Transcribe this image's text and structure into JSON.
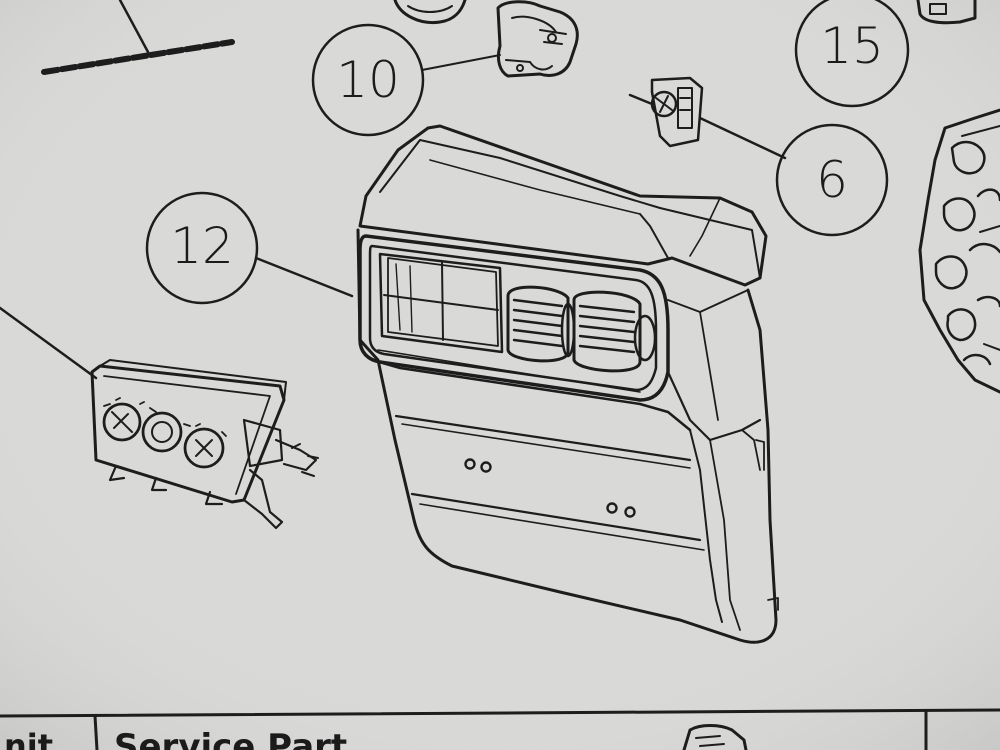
{
  "diagram": {
    "callouts": [
      {
        "id": "c10",
        "label": "10"
      },
      {
        "id": "c15",
        "label": "15"
      },
      {
        "id": "c12",
        "label": "12"
      },
      {
        "id": "c6",
        "label": "6"
      }
    ],
    "parts": [
      {
        "id": "part-10",
        "icon": "motor-actuator-icon"
      },
      {
        "id": "part-6",
        "icon": "switch-connector-icon"
      },
      {
        "id": "part-12",
        "icon": "rear-console-vent-panel-icon"
      },
      {
        "id": "part-climate-control",
        "icon": "climate-control-knob-unit-icon"
      },
      {
        "id": "part-15",
        "icon": "part-fragment-icon"
      },
      {
        "id": "part-grille",
        "icon": "ornamental-grille-icon"
      }
    ]
  },
  "footer": {
    "cells": [
      "nit",
      "Service Part"
    ]
  },
  "colors": {
    "paper": "#d9d9d7",
    "ink": "#1d1d1d"
  }
}
